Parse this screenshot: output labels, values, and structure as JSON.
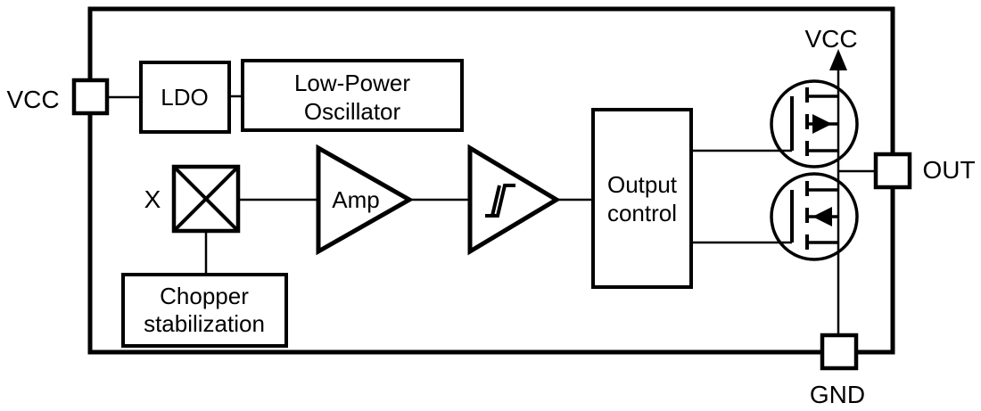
{
  "theme": {
    "background": "#ffffff",
    "line_color": "#000000",
    "text_color": "#000000"
  },
  "pins": {
    "vcc_left": {
      "label": "VCC"
    },
    "vcc_top": {
      "label": "VCC"
    },
    "out": {
      "label": "OUT"
    },
    "gnd": {
      "label": "GND"
    }
  },
  "blocks": {
    "ldo": {
      "label": "LDO"
    },
    "oscillator": {
      "line1": "Low-Power",
      "line2": "Oscillator"
    },
    "mixer": {
      "label": "X"
    },
    "amplifier": {
      "label": "Amp"
    },
    "output_control": {
      "line1": "Output",
      "line2": "control"
    },
    "chopper": {
      "line1": "Chopper",
      "line2": "stabilization"
    }
  },
  "icons": {
    "mixer_cross_icon": "diagonal-cross-in-square",
    "hysteresis_icon": "schmitt-hysteresis-glyph",
    "vcc_arrow_icon": "filled-up-arrow",
    "high_side_mosfet_arrow_icon": "filled-right-arrow",
    "low_side_mosfet_arrow_icon": "filled-left-arrow"
  }
}
